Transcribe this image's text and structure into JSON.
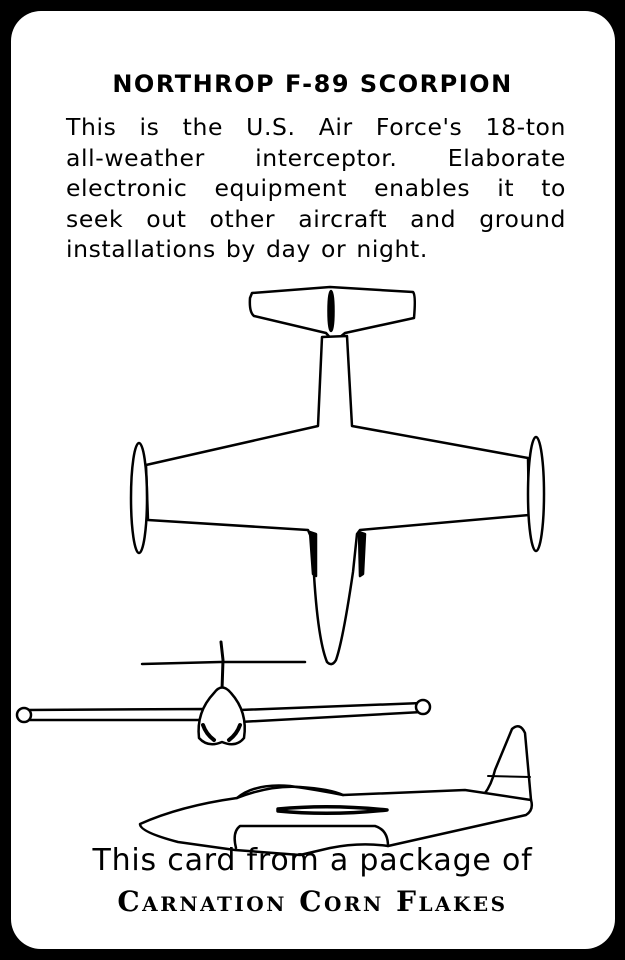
{
  "card": {
    "title": "NORTHROP F-89 SCORPION",
    "description_lines": [
      "This is the U.S. Air Force's 18-ton",
      "all-weather interceptor.  Elaborate",
      "electronic equipment enables it to",
      "seek out other aircraft and ground",
      "installations by day or night."
    ],
    "illustrations": [
      "top-view",
      "front-view",
      "side-view"
    ],
    "footer_line1": "This card from a package of",
    "footer_line2": "Carnation Corn Flakes"
  },
  "colors": {
    "background": "#000000",
    "card": "#ffffff",
    "ink": "#000000"
  }
}
